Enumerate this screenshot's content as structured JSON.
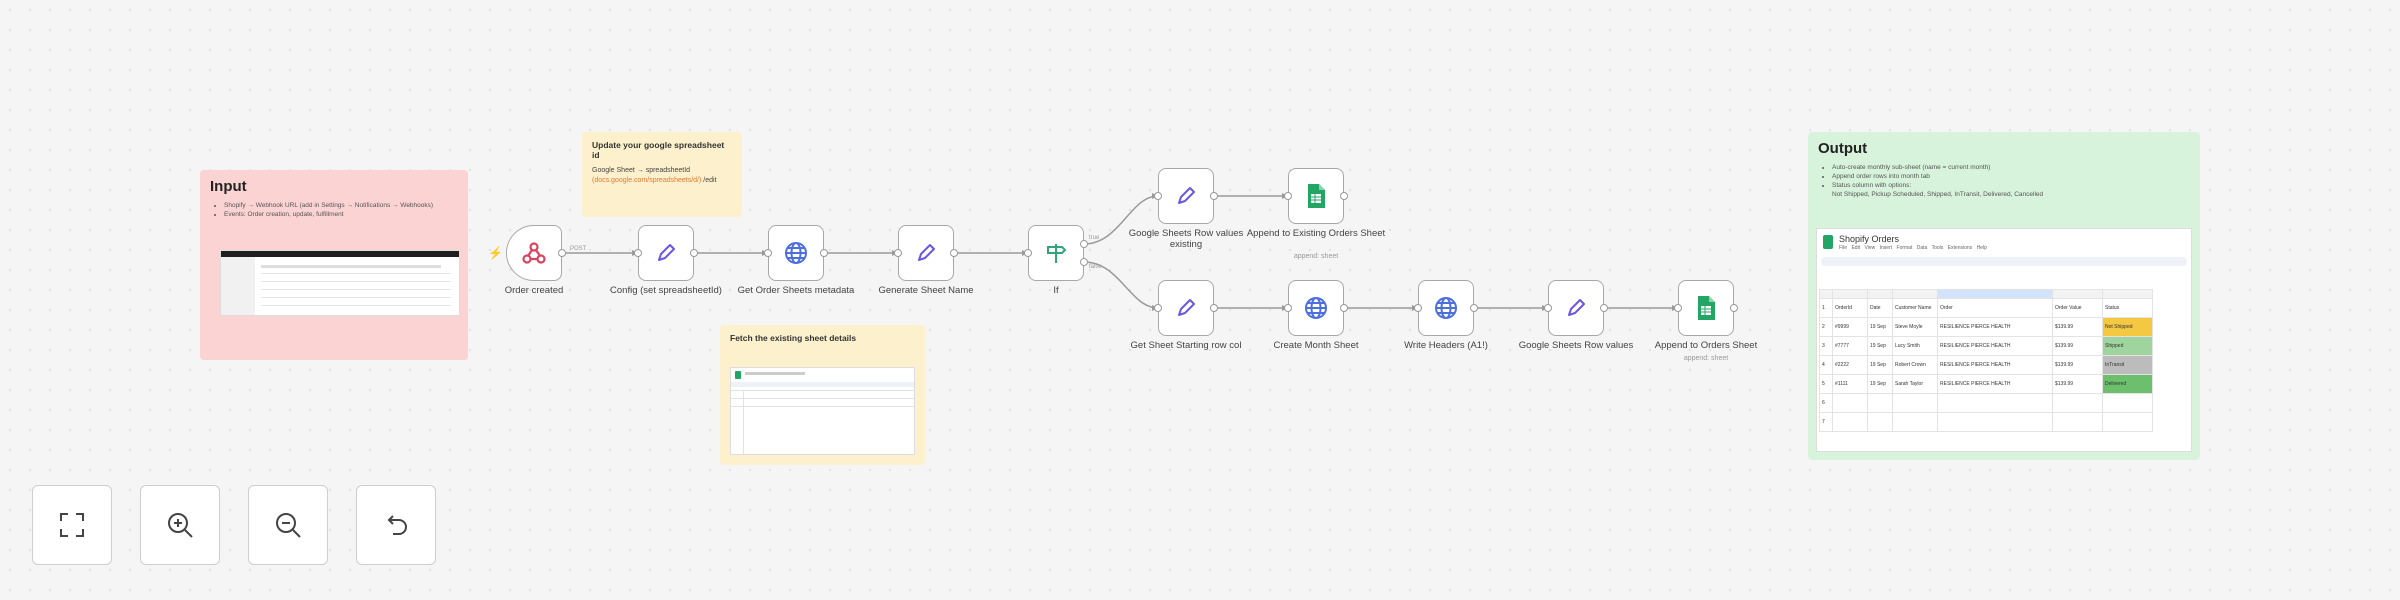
{
  "sticky_input": {
    "title": "Input",
    "bullets": [
      "Shopify → Webhook URL (add in Settings → Notifications → Webhooks)",
      "Events: Order creation, update, fulfillment"
    ]
  },
  "sticky_update": {
    "title": "Update your google spreadsheet id",
    "text_prefix": "Google Sheet → spreadsheetId",
    "text_highlight": "(docs.google.com/spreadsheets/d/)",
    "text_suffix": "/edit"
  },
  "sticky_fetch": {
    "title": "Fetch the existing sheet details"
  },
  "sticky_output": {
    "title": "Output",
    "bullets": [
      "Auto-create monthly sub-sheet (name = current month)",
      "Append order rows into month tab",
      "Status column with options:",
      "Not Shipped, Pickup Scheduled, Shipped, InTransit, Delivered, Cancelled"
    ]
  },
  "sheet_preview": {
    "title": "Shopify Orders",
    "menu": [
      "File",
      "Edit",
      "View",
      "Insert",
      "Format",
      "Data",
      "Tools",
      "Extensions",
      "Help"
    ],
    "headers": [
      "OrderId",
      "Date",
      "Customer Name",
      "Order",
      "Order Value",
      "Status"
    ],
    "rows": [
      [
        "#9999",
        "19 Sep",
        "Steve Moyle",
        "RESILIENCE PIERCE HEALTH",
        "$139.99",
        "Not Shipped"
      ],
      [
        "#7777",
        "19 Sep",
        "Lucy Smith",
        "RESILIENCE PIERCE HEALTH",
        "$139.99",
        "Shipped"
      ],
      [
        "#2222",
        "19 Sep",
        "Robert Crown",
        "RESILIENCE PIERCE HEALTH",
        "$139.99",
        "InTransit"
      ],
      [
        "#1111",
        "19 Sep",
        "Sarah Taylor",
        "RESILIENCE PIERCE HEALTH",
        "$139.99",
        "Delivered"
      ]
    ],
    "status_colors": [
      "#f5c842",
      "#9fd49f",
      "#bcbcbc",
      "#6cbf6c"
    ]
  },
  "nodes": {
    "order_created": "Order created",
    "config": "Config (set spreadsheetId)",
    "get_metadata": "Get Order Sheets metadata",
    "generate_name": "Generate Sheet Name",
    "if": "If",
    "gs_row_existing": "Google Sheets Row values existing",
    "append_existing": "Append to Existing Orders Sheet",
    "append_existing_sub": "append: sheet",
    "get_start_row": "Get Sheet Starting row col",
    "create_month": "Create Month Sheet",
    "write_headers": "Write Headers (A1!)",
    "gs_row_values": "Google Sheets Row values",
    "append_orders": "Append to Orders Sheet",
    "append_orders_sub": "append: sheet"
  },
  "edges": {
    "post_label": "POST",
    "true_label": "true",
    "false_label": "false"
  },
  "colors": {
    "sticky_red": "#fbd3d3",
    "sticky_yellow": "#fdf0cc",
    "sticky_green": "#d7f3dc",
    "wire": "#9a9a9a",
    "node_border": "#a8a8a8",
    "trigger_icon": "#d9435f",
    "pen_icon": "#6b58e0",
    "globe_icon": "#4c6ee0",
    "sheets_icon": "#22a565"
  },
  "controls": [
    "fit-view",
    "zoom-in",
    "zoom-out",
    "undo"
  ]
}
